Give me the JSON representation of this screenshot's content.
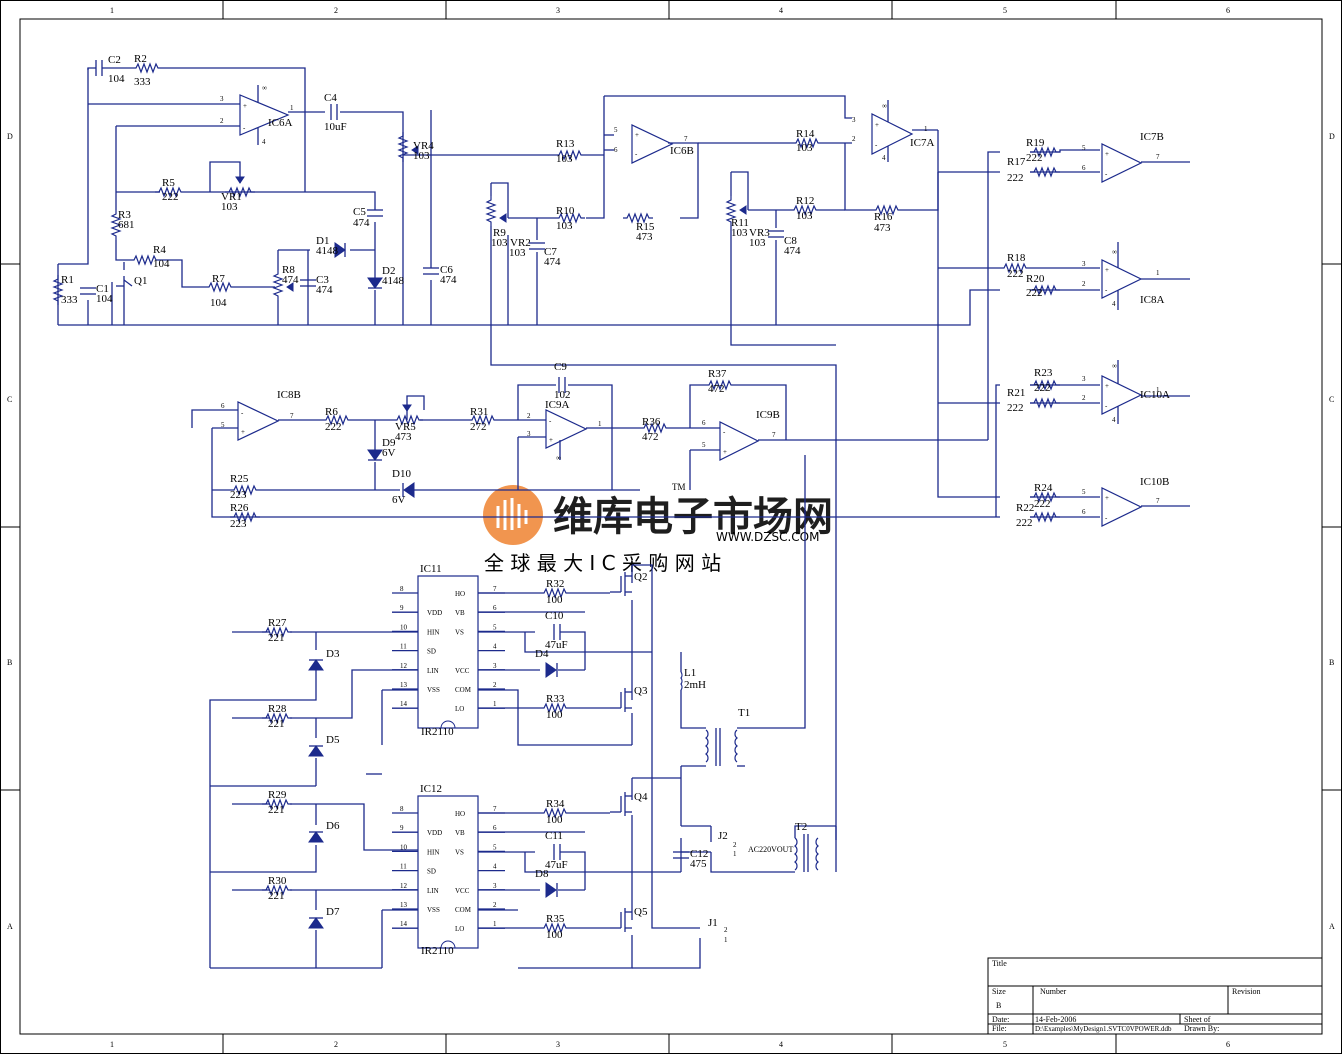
{
  "frame": {
    "columns": [
      "1",
      "2",
      "3",
      "4",
      "5",
      "6"
    ],
    "rows": [
      "D",
      "C",
      "B",
      "A"
    ]
  },
  "opamps": [
    {
      "ref": "IC6A",
      "pins": [
        "3",
        "2",
        "1",
        "∞",
        "4"
      ]
    },
    {
      "ref": "IC6B",
      "pins": [
        "5",
        "6",
        "7"
      ]
    },
    {
      "ref": "IC7A",
      "pins": [
        "3",
        "2",
        "1",
        "∞",
        "4"
      ]
    },
    {
      "ref": "IC7B",
      "pins": [
        "5",
        "6",
        "7"
      ]
    },
    {
      "ref": "IC8A",
      "pins": [
        "3",
        "2",
        "1",
        "∞",
        "4"
      ]
    },
    {
      "ref": "IC10A",
      "pins": [
        "3",
        "2",
        "1",
        "∞",
        "4"
      ]
    },
    {
      "ref": "IC10B",
      "pins": [
        "5",
        "6",
        "7"
      ]
    },
    {
      "ref": "IC8B",
      "pins": [
        "6",
        "5",
        "7"
      ]
    },
    {
      "ref": "IC9A",
      "pins": [
        "2",
        "3",
        "1",
        "∞"
      ]
    },
    {
      "ref": "IC9B",
      "pins": [
        "6",
        "5",
        "7"
      ]
    }
  ],
  "resistors": [
    {
      "ref": "R2",
      "value": "333"
    },
    {
      "ref": "R5",
      "value": "222"
    },
    {
      "ref": "R3",
      "value": "681"
    },
    {
      "ref": "R4",
      "value": "104"
    },
    {
      "ref": "R7",
      "value": "104"
    },
    {
      "ref": "R1",
      "value": "333"
    },
    {
      "ref": "R13",
      "value": "103"
    },
    {
      "ref": "R10",
      "value": "103"
    },
    {
      "ref": "R15",
      "value": "473"
    },
    {
      "ref": "R14",
      "value": "103"
    },
    {
      "ref": "R12",
      "value": "103"
    },
    {
      "ref": "R16",
      "value": "473"
    },
    {
      "ref": "R19",
      "value": "222"
    },
    {
      "ref": "R17",
      "value": "222"
    },
    {
      "ref": "R18",
      "value": "222"
    },
    {
      "ref": "R20",
      "value": "222"
    },
    {
      "ref": "R23",
      "value": "222"
    },
    {
      "ref": "R21",
      "value": "222"
    },
    {
      "ref": "R24",
      "value": "222"
    },
    {
      "ref": "R22",
      "value": "222"
    },
    {
      "ref": "R6",
      "value": "222"
    },
    {
      "ref": "R31",
      "value": "272"
    },
    {
      "ref": "R36",
      "value": "472"
    },
    {
      "ref": "R37",
      "value": "472"
    },
    {
      "ref": "R25",
      "value": "223"
    },
    {
      "ref": "R26",
      "value": "223"
    },
    {
      "ref": "R27",
      "value": "221"
    },
    {
      "ref": "R28",
      "value": "221"
    },
    {
      "ref": "R29",
      "value": "221"
    },
    {
      "ref": "R30",
      "value": "221"
    },
    {
      "ref": "R32",
      "value": "100"
    },
    {
      "ref": "R33",
      "value": "100"
    },
    {
      "ref": "R34",
      "value": "100"
    },
    {
      "ref": "R35",
      "value": "100"
    }
  ],
  "potentiometers": [
    {
      "ref": "VR1",
      "value": "103"
    },
    {
      "ref": "VR4",
      "value": "103"
    },
    {
      "ref": "R8",
      "value": "474"
    },
    {
      "ref": "R9",
      "value": "103"
    },
    {
      "ref": "VR2",
      "value": "103"
    },
    {
      "ref": "R11",
      "value": "103"
    },
    {
      "ref": "VR3",
      "value": "103"
    },
    {
      "ref": "VR5",
      "value": "473"
    }
  ],
  "capacitors": [
    {
      "ref": "C2",
      "value": "104"
    },
    {
      "ref": "C4",
      "value": "10uF"
    },
    {
      "ref": "C5",
      "value": "474"
    },
    {
      "ref": "C6",
      "value": "474"
    },
    {
      "ref": "C1",
      "value": "104"
    },
    {
      "ref": "C3",
      "value": "474"
    },
    {
      "ref": "C7",
      "value": "474"
    },
    {
      "ref": "C8",
      "value": "474"
    },
    {
      "ref": "C9",
      "value": "102"
    },
    {
      "ref": "C10",
      "value": "47uF"
    },
    {
      "ref": "C11",
      "value": "47uF"
    },
    {
      "ref": "C12",
      "value": "475"
    }
  ],
  "diodes": [
    {
      "ref": "D1",
      "value": "4148"
    },
    {
      "ref": "D2",
      "value": "4148"
    },
    {
      "ref": "D9",
      "value": "6V"
    },
    {
      "ref": "D10",
      "value": "6V"
    },
    {
      "ref": "D3",
      "value": ""
    },
    {
      "ref": "D5",
      "value": ""
    },
    {
      "ref": "D6",
      "value": ""
    },
    {
      "ref": "D7",
      "value": ""
    },
    {
      "ref": "D4",
      "value": ""
    },
    {
      "ref": "D8",
      "value": ""
    }
  ],
  "transistors": [
    "Q1",
    "Q2",
    "Q3",
    "Q4",
    "Q5"
  ],
  "magnetics": {
    "L1": "L1",
    "L1_value": "2mH",
    "T1": "T1",
    "T2": "T2",
    "ac_label": "AC220VOUT"
  },
  "connectors": {
    "J1": "J1",
    "J2": "J2",
    "pin1": "1",
    "pin2": "2"
  },
  "drivers": [
    {
      "ref": "IC11",
      "part": "IR2110"
    },
    {
      "ref": "IC12",
      "part": "IR2110"
    }
  ],
  "driver_pins": {
    "left": [
      {
        "num": "8",
        "name": ""
      },
      {
        "num": "9",
        "name": "VDD"
      },
      {
        "num": "10",
        "name": "HIN"
      },
      {
        "num": "11",
        "name": "SD"
      },
      {
        "num": "12",
        "name": "LIN"
      },
      {
        "num": "13",
        "name": "VSS"
      },
      {
        "num": "14",
        "name": ""
      }
    ],
    "right": [
      {
        "num": "7",
        "name": "HO"
      },
      {
        "num": "6",
        "name": "VB"
      },
      {
        "num": "5",
        "name": "VS"
      },
      {
        "num": "4",
        "name": ""
      },
      {
        "num": "3",
        "name": "VCC"
      },
      {
        "num": "2",
        "name": "COM"
      },
      {
        "num": "1",
        "name": "LO"
      }
    ]
  },
  "watermark": {
    "brand": "维库电子市场网",
    "tm": "TM",
    "url": "WWW.DZSC.COM",
    "slogan": "全 球 最 大 I C 采 购 网 站"
  },
  "title_block": {
    "title_label": "Title",
    "size_label": "Size",
    "size_value": "B",
    "number_label": "Number",
    "revision_label": "Revision",
    "date_label": "Date:",
    "date_value": "14-Feb-2006",
    "sheet_label": "Sheet of",
    "file_label": "File:",
    "file_value": "D:\\Examples\\MyDesign1.SVTC0VPOWER.ddb",
    "drawn_by_label": "Drawn By:"
  },
  "colors": {
    "wire": "#1c2a8c",
    "watermark": "#f08a3c"
  }
}
